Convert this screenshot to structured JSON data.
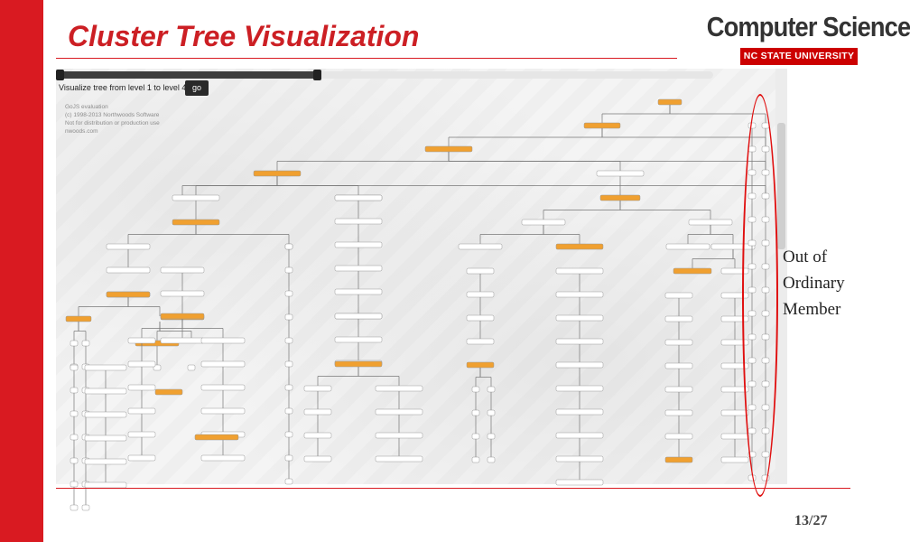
{
  "slide": {
    "title": "Cluster Tree Visualization",
    "annotation_lines": [
      "Out of",
      "Ordinary",
      "Member"
    ],
    "page_number": "13/27"
  },
  "logo": {
    "department": "Computer Science",
    "university": "NC STATE UNIVERSITY"
  },
  "app": {
    "slider_label": "Visualize tree from level 1 to level 40",
    "go_label": "go",
    "watermark": [
      "GoJS evaluation",
      "(c) 1998-2013 Northwoods Software",
      "Not for distribution or production use",
      "nwoods.com"
    ]
  },
  "colors": {
    "slide_red": "#d91a21",
    "title_red": "#cc1f24",
    "highlight_node": "#f0a030",
    "plain_node": "#ffffff",
    "ellipse": "#e01010"
  }
}
